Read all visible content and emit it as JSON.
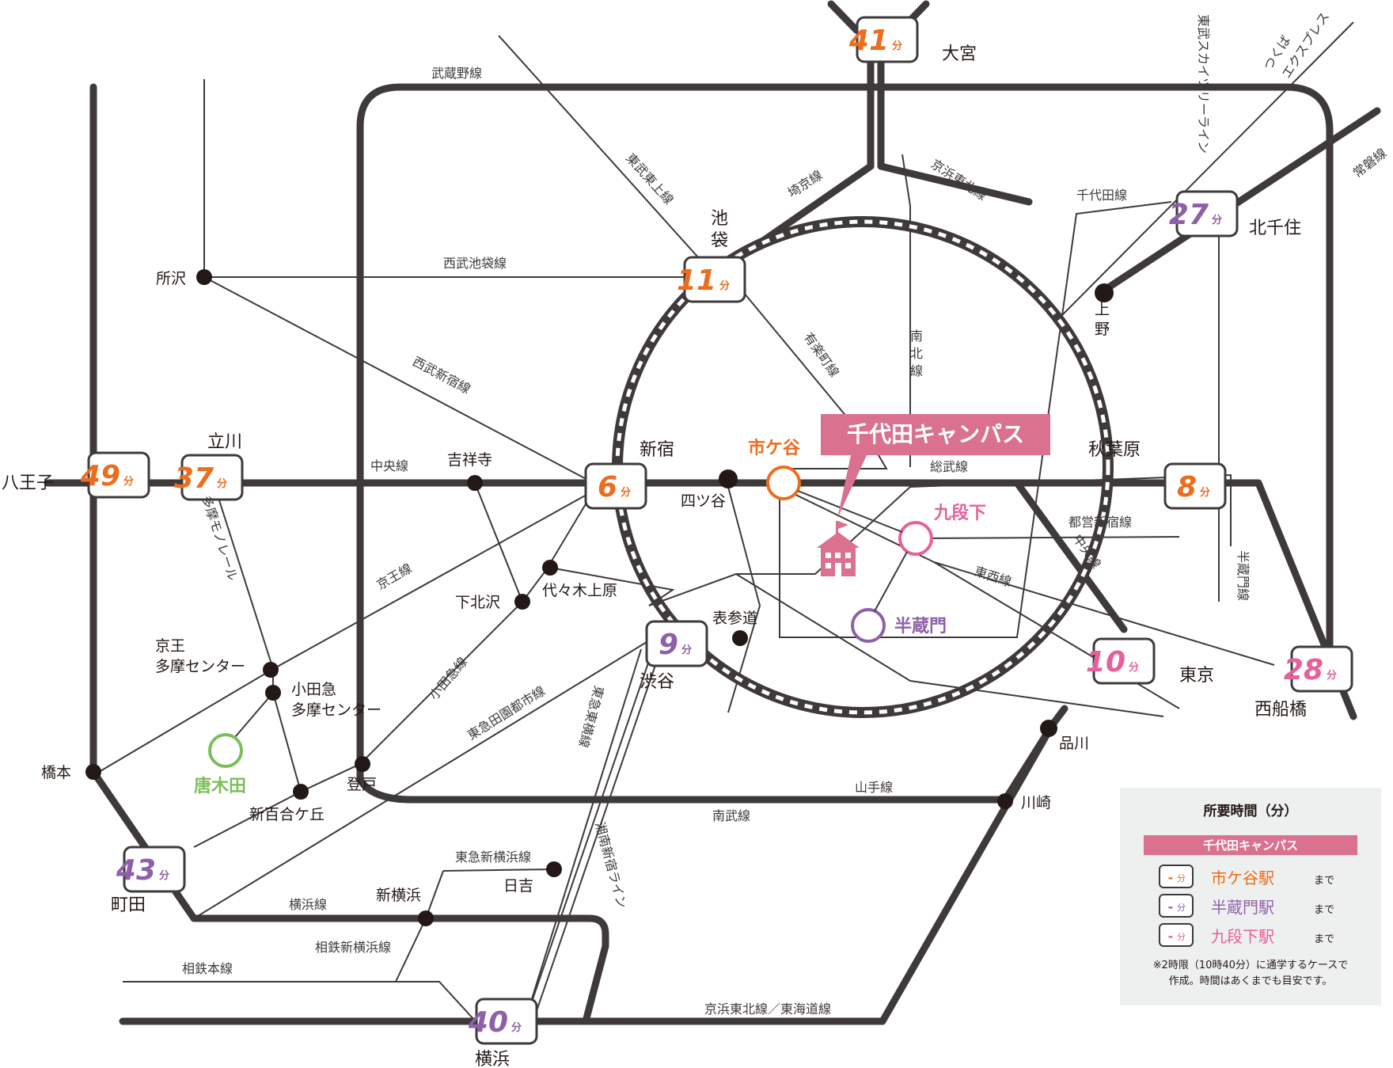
{
  "colors": {
    "line": "#3e3a39",
    "ichigaya": "#eb6d1e",
    "hanzomon": "#8e60a8",
    "kudanshita": "#e6609a",
    "karakida": "#7cbe5a",
    "campus_bg": "#d9718f",
    "legend_bg": "#eeefef"
  },
  "campus": {
    "label": "千代田キャンパス",
    "icon": "school-icon"
  },
  "badges": {
    "omiya": {
      "value": "41",
      "unit": "分",
      "color": "ichigaya"
    },
    "ikebukuro": {
      "value": "11",
      "unit": "分",
      "color": "ichigaya"
    },
    "shinjuku": {
      "value": "6",
      "unit": "分",
      "color": "ichigaya"
    },
    "akihabara": {
      "value": "8",
      "unit": "分",
      "color": "ichigaya"
    },
    "shibuya": {
      "value": "9",
      "unit": "分",
      "color": "hanzomon"
    },
    "tokyo": {
      "value": "10",
      "unit": "分",
      "color": "kudanshita"
    },
    "kitasenju": {
      "value": "27",
      "unit": "分",
      "color": "hanzomon"
    },
    "nishifunabashi": {
      "value": "28",
      "unit": "分",
      "color": "kudanshita"
    },
    "hachioji": {
      "value": "49",
      "unit": "分",
      "color": "ichigaya"
    },
    "tachikawa": {
      "value": "37",
      "unit": "分",
      "color": "ichigaya"
    },
    "machida": {
      "value": "43",
      "unit": "分",
      "color": "hanzomon"
    },
    "yokohama": {
      "value": "40",
      "unit": "分",
      "color": "hanzomon"
    }
  },
  "stations": {
    "omiya": "大宮",
    "ikebukuro": "池袋",
    "shinjuku": "新宿",
    "akihabara": "秋葉原",
    "shibuya": "渋谷",
    "tokyo": "東京",
    "kitasenju": "北千住",
    "nishifunabashi": "西船橋",
    "hachioji": "八王子",
    "tachikawa": "立川",
    "machida": "町田",
    "yokohama": "横浜",
    "ueno": "上野",
    "tokorozawa": "所沢",
    "kichijoji": "吉祥寺",
    "yotsuya": "四ツ谷",
    "ichigaya": "市ケ谷",
    "kudanshita": "九段下",
    "hanzomon": "半蔵門",
    "omotesando": "表参道",
    "yoyogiuehara": "代々木上原",
    "shimokitazawa": "下北沢",
    "keio_tama_center": "京王\n多摩センター",
    "odakyu_tama_center": "小田急\n多摩センター",
    "karakida": "唐木田",
    "hashimoto": "橋本",
    "noborito": "登戸",
    "shinyurigaoka": "新百合ケ丘",
    "shinagawa": "品川",
    "kawasaki": "川崎",
    "hiyoshi": "日吉",
    "shinyokohama": "新横浜"
  },
  "lines": {
    "musashino": "武蔵野線",
    "tobu_tojo": "東武東上線",
    "saikyo": "埼京線",
    "keihin_tohoku_n": "京浜東北線",
    "chiyoda": "千代田線",
    "tobu_skytree": "東武スカイツリーライン",
    "tsukuba": "つくば\nエクスプレス",
    "joban": "常磐線",
    "seibu_ikebukuro": "西武池袋線",
    "seibu_shinjuku": "西武新宿線",
    "yurakucho": "有楽町線",
    "namboku": "南北線",
    "chuo": "中央線",
    "sobu": "総武線",
    "toei_shinjuku": "都営新宿線",
    "chuo_e": "中央線",
    "tozai": "東西線",
    "hanzomon_line": "半蔵門線",
    "tama_monorail": "多摩モノレール",
    "keio": "京王線",
    "odakyu": "小田急線",
    "den_en_toshi": "東急田園都市線",
    "toyoko": "東急東横線",
    "shonan_shinjuku": "湘南新宿ライン",
    "yamanote": "山手線",
    "nambu": "南武線",
    "shin_yokohama": "東急新横浜線",
    "yokohama_line": "横浜線",
    "sotetsu_shin_yokohama": "相鉄新横浜線",
    "sotetsu_main": "相鉄本線",
    "keihin_tokaido": "京浜東北線／東海道線"
  },
  "legend": {
    "title": "所要時間（分）",
    "campus": "千代田キャンパス",
    "placeholder": "-",
    "unit": "分",
    "items": [
      {
        "station": "市ケ谷駅",
        "suffix": "まで",
        "color": "ichigaya"
      },
      {
        "station": "半蔵門駅",
        "suffix": "まで",
        "color": "hanzomon"
      },
      {
        "station": "九段下駅",
        "suffix": "まで",
        "color": "kudanshita"
      }
    ],
    "note": "※2時限（10時40分）に通学するケースで\n作成。時間はあくまでも目安です。"
  }
}
